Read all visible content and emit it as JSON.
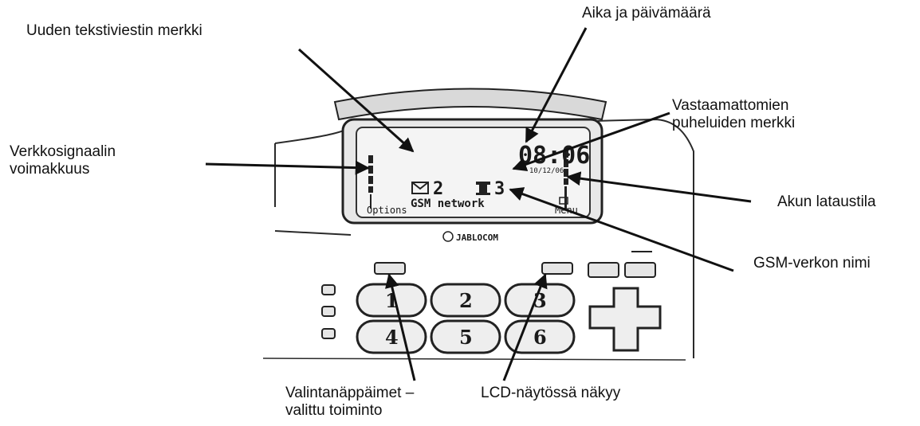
{
  "labels": {
    "sms_indicator": "Uuden tekstiviestin merkki",
    "date_time": "Aika ja päivämäärä",
    "missed_calls_line1": "Vastaamattomien",
    "missed_calls_line2": "puheluiden merkki",
    "signal_line1": "Verkkosignaalin",
    "signal_line2": "voimakkuus",
    "battery": "Akun lataustila",
    "network_name": "GSM-verkon nimi",
    "select_keys_line1": "Valintanäppäimet –",
    "select_keys_line2": "valittu toiminto",
    "lcd_shows": "LCD-näytössä näkyy"
  },
  "phone": {
    "time": "08:06",
    "date": "10/12/06",
    "sms_count": "2",
    "missed_count": "3",
    "network": "GSM network",
    "softkey_left": "Options",
    "softkey_right": "Menu",
    "brand": "JABLOCOM",
    "keys": [
      "1",
      "2",
      "3",
      "4",
      "5",
      "6"
    ]
  }
}
